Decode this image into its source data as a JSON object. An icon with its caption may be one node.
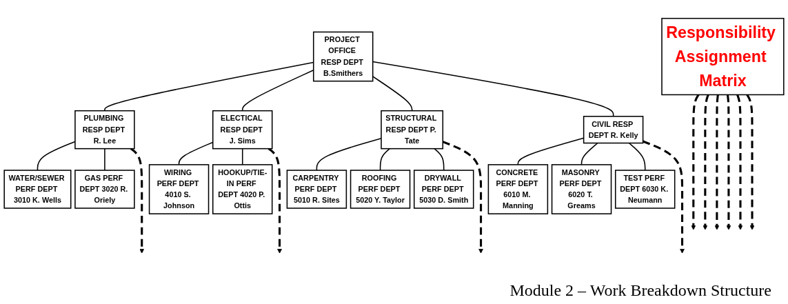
{
  "diagram": {
    "caption": "Module 2 – Work Breakdown Structure",
    "nodes": [
      {
        "text": [
          "PROJECT OFFICE RESP DEPT B.Smithers"
        ]
      },
      {
        "text": [
          "PLUMBING RESP DEPT R. Lee"
        ]
      },
      {
        "text": [
          "WATER/SEWER PERF DEPT 3010 K. Wells"
        ]
      },
      {
        "text": [
          "GAS PERF DEPT 3020 R. Oriely"
        ]
      },
      {
        "text": [
          "ELECTICAL RESP DEPT J. Sims"
        ]
      },
      {
        "text": [
          "WIRING PERF DEPT 4010 S. Johnson"
        ]
      },
      {
        "text": [
          "HOOKUP/TIE-IN PERF DEPT 4020 P. Ottis"
        ]
      },
      {
        "text": [
          "STRUCTURAL RESP DEPT P. Tate"
        ]
      },
      {
        "text": [
          "CARPENTRY PERF DEPT 5010 R. Sites"
        ]
      },
      {
        "text": [
          "ROOFING PERF DEPT 5020 Y. Taylor"
        ]
      },
      {
        "text": [
          "DRYWALL PERF DEPT 5030 D. Smith"
        ]
      },
      {
        "text": [
          "CIVIL RESP DEPT R. Kelly"
        ]
      },
      {
        "text": [
          "CONCRETE PERF DEPT 6010 M. Manning"
        ]
      },
      {
        "text": [
          "MASONRY PERF DEPT 6020 T. Greams"
        ]
      },
      {
        "text": [
          "TEST PERF DEPT 6030 K. Neumann"
        ]
      },
      {
        "text": [
          "Responsibility Assignment Matrix"
        ]
      }
    ],
    "edges": [
      {
        "from": 0,
        "to": 1,
        "arrow": "none"
      },
      {
        "from": 0,
        "to": 4,
        "arrow": "none"
      },
      {
        "from": 0,
        "to": 7,
        "arrow": "none"
      },
      {
        "from": 0,
        "to": 11,
        "arrow": "none"
      },
      {
        "from": 1,
        "to": 2,
        "arrow": "none"
      },
      {
        "from": 1,
        "to": 3,
        "arrow": "none"
      },
      {
        "from": 4,
        "to": 5,
        "arrow": "none"
      },
      {
        "from": 4,
        "to": 6,
        "arrow": "none"
      },
      {
        "from": 7,
        "to": 8,
        "arrow": "none"
      },
      {
        "from": 7,
        "to": 9,
        "arrow": "none"
      },
      {
        "from": 7,
        "to": 10,
        "arrow": "none"
      },
      {
        "from": 11,
        "to": 12,
        "arrow": "none"
      },
      {
        "from": 11,
        "to": 13,
        "arrow": "none"
      },
      {
        "from": 11,
        "to": 14,
        "arrow": "none"
      },
      {
        "from": 1,
        "to": null,
        "arrow": "to",
        "style": "dashed"
      },
      {
        "from": 4,
        "to": null,
        "arrow": "to",
        "style": "dashed"
      },
      {
        "from": 7,
        "to": null,
        "arrow": "to",
        "style": "dashed"
      },
      {
        "from": 11,
        "to": null,
        "arrow": "to",
        "style": "dashed"
      },
      {
        "from": 15,
        "to": null,
        "arrow": "to",
        "style": "dashed"
      },
      {
        "from": 15,
        "to": null,
        "arrow": "to",
        "style": "dashed"
      },
      {
        "from": 15,
        "to": null,
        "arrow": "to",
        "style": "dashed"
      },
      {
        "from": 15,
        "to": null,
        "arrow": "to",
        "style": "dashed"
      },
      {
        "from": 15,
        "to": null,
        "arrow": "to",
        "style": "dashed"
      },
      {
        "from": 15,
        "to": null,
        "arrow": "to",
        "style": "dashed"
      }
    ]
  }
}
